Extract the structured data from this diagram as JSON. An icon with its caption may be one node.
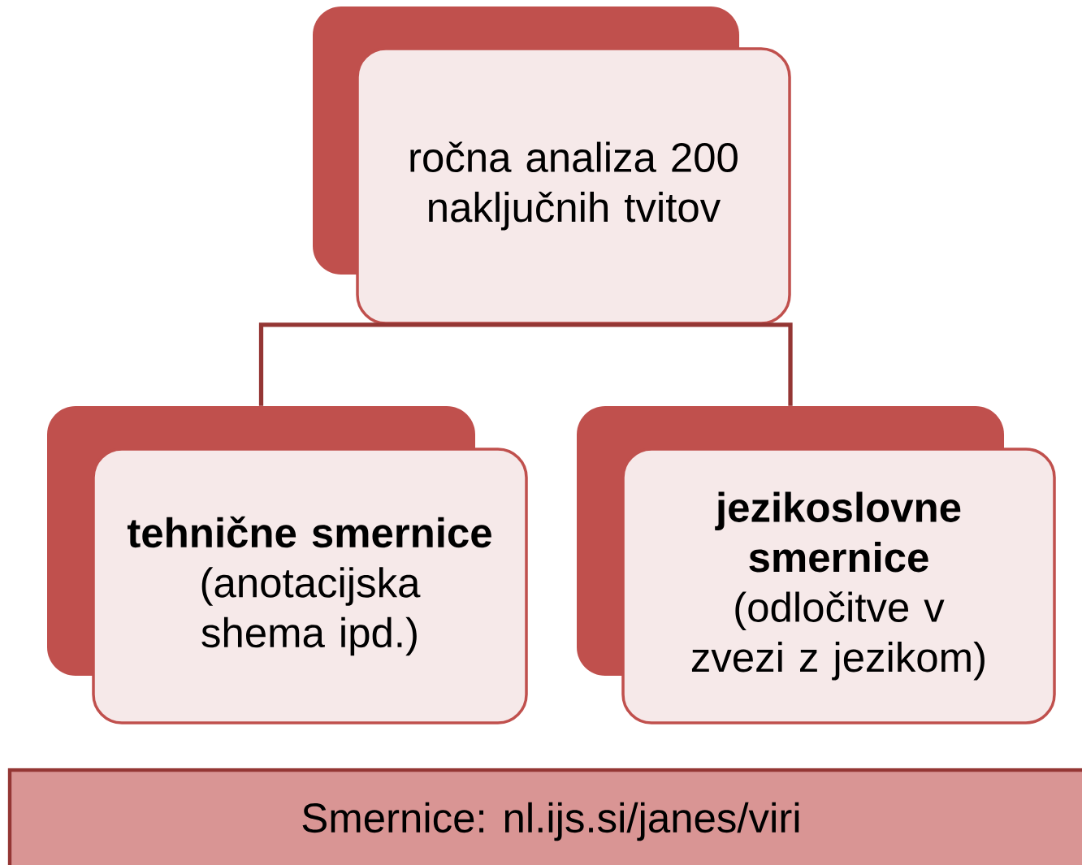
{
  "diagram": {
    "nodes": [
      {
        "text": [
          "ročna analiza 200 naključnih tvitov"
        ]
      },
      {
        "text": [
          "tehnične smernice",
          "(anotacijska shema ipd.)"
        ]
      },
      {
        "text": [
          "jezikoslovne smernice",
          "(odločitve v zvezi z jezikom)"
        ]
      },
      {
        "text": [
          "Smernice: nl.ijs.si/janes/viri"
        ]
      }
    ],
    "edges": [
      {
        "from": 0,
        "to": 1,
        "arrow": "none"
      },
      {
        "from": 0,
        "to": 2,
        "arrow": "none"
      }
    ]
  }
}
